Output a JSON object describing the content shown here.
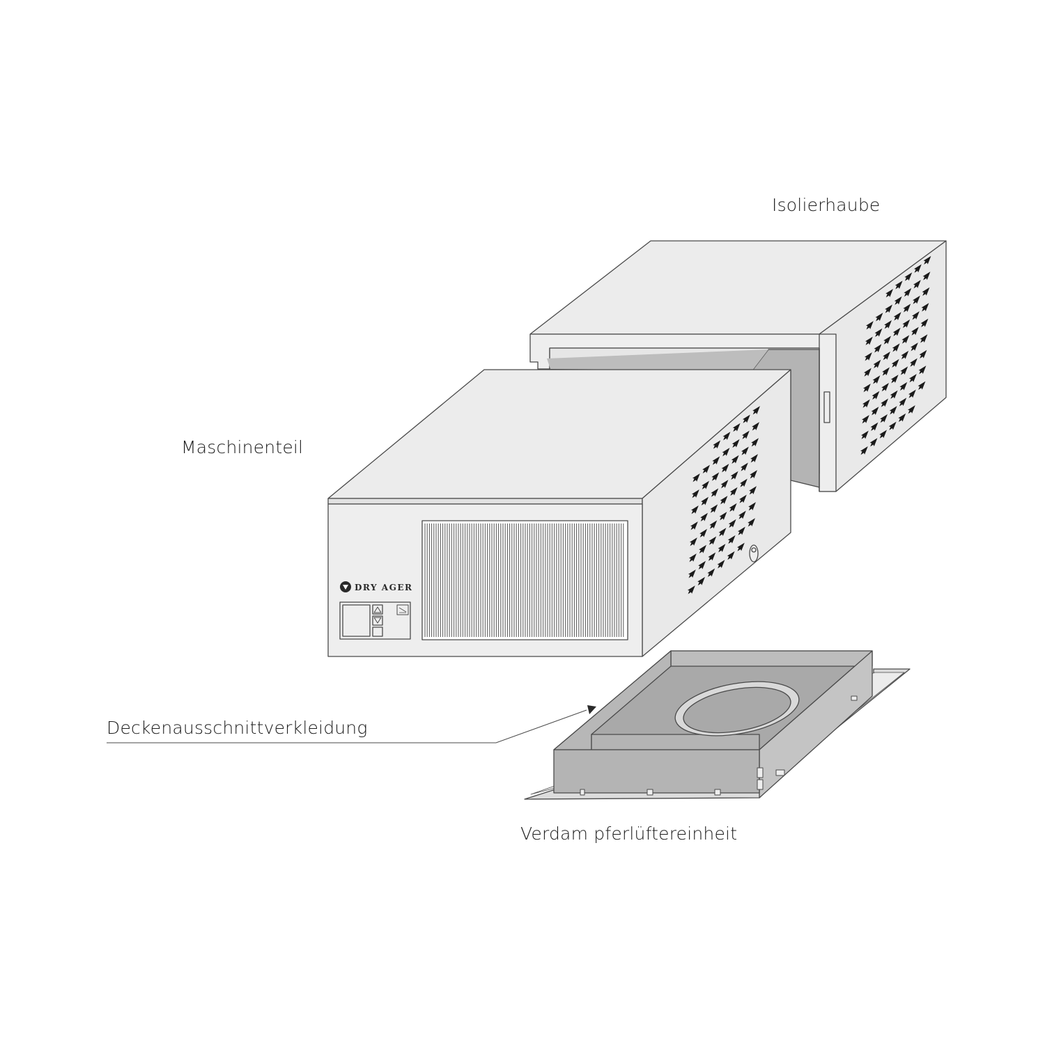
{
  "labels": {
    "insulation_hood": "Isolierhaube",
    "machine_unit": "Maschinenteil",
    "ceiling_cutout_trim": "Deckenausschnittverkleidung",
    "evaporator_fan_unit": "Verdam pferlüftereinheit"
  },
  "brand": {
    "name": "DRY AGER"
  },
  "colors": {
    "face_top": "#ececec",
    "face_front": "#eeeeee",
    "face_side": "#e9e9e9",
    "interior": "#b4b4b4",
    "line": "#4a4a4a"
  }
}
